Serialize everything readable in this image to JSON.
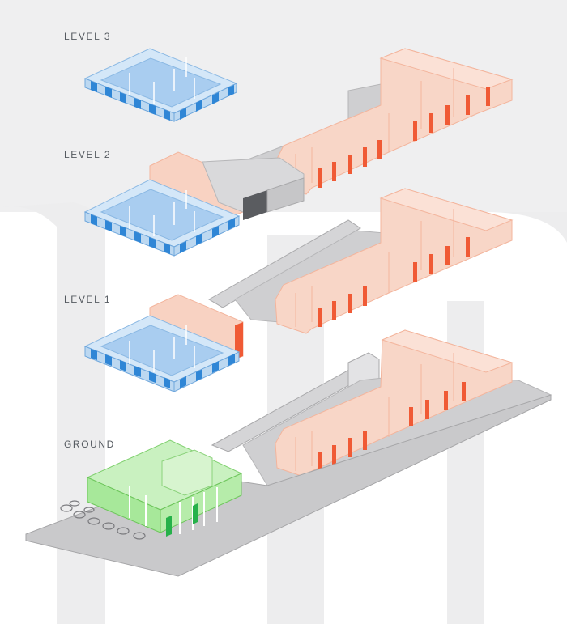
{
  "levels": [
    {
      "key": "level3",
      "label": "LEVEL 3"
    },
    {
      "key": "level2",
      "label": "LEVEL 2"
    },
    {
      "key": "level1",
      "label": "LEVEL 1"
    },
    {
      "key": "ground",
      "label": "GROUND"
    }
  ],
  "colors": {
    "background_band": "#efeff0",
    "background_bars": "#e9e9ea",
    "slab": "#cfcfd1",
    "slab_edge": "#b4b4b7",
    "blue_block": "#bcd8f1",
    "blue_accent": "#2f86d6",
    "salmon_block": "#f8d2c2",
    "salmon_accent": "#f05a35",
    "green_block": "#a7e89a",
    "dark_core": "#5a5c60"
  }
}
